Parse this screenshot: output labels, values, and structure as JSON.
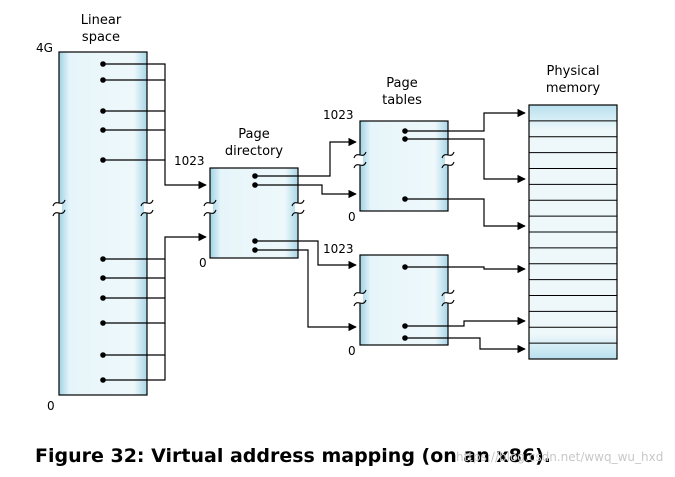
{
  "labels": {
    "linear_space": [
      "Linear",
      "space"
    ],
    "page_directory": [
      "Page",
      "directory"
    ],
    "page_tables": [
      "Page",
      "tables"
    ],
    "physical_memory": [
      "Physical",
      "memory"
    ]
  },
  "markers": {
    "linear_top": "4G",
    "linear_bottom": "0",
    "dir_top": "1023",
    "dir_bottom": "0",
    "table1_top": "1023",
    "table1_bottom": "0",
    "table2_top": "1023",
    "table2_bottom": "0"
  },
  "caption": "Figure 32: Virtual address mapping (on an x86).",
  "watermark": "https://blog.csdn.net/wwq_wu_hxd",
  "colors": {
    "box_fill_light": "#eaf6fa",
    "box_fill_edge": "#9fd2e4",
    "line": "#000000"
  }
}
